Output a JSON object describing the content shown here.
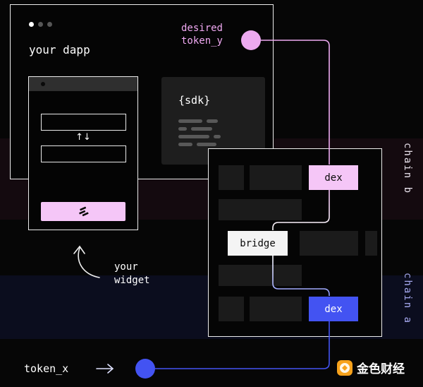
{
  "colors": {
    "background": "#060606",
    "window_border": "#ececec",
    "pink_accent": "#edaaf0",
    "pink_button": "#f5c6f7",
    "blue_accent": "#4353f2",
    "bridge_white": "#f4f4f4",
    "chain_b_band": "#140a0f",
    "chain_a_band": "#0b0d1e",
    "watermark_orange": "#f7a21c"
  },
  "dapp_window": {
    "title": "your dapp"
  },
  "sdk_box": {
    "label": "{sdk}"
  },
  "widget": {
    "swap_icon": "↑↓"
  },
  "annotations": {
    "desired_token_line1": "desired",
    "desired_token_line2": "token_y",
    "widget_note_line1": "your",
    "widget_note_line2": "widget",
    "token_x_label": "token_x"
  },
  "flow_diagram": {
    "dex_top_label": "dex",
    "bridge_label": "bridge",
    "dex_bottom_label": "dex",
    "chain_b_label": "chain b",
    "chain_a_label": "chain a"
  },
  "watermark": {
    "brand": "金色财经"
  }
}
